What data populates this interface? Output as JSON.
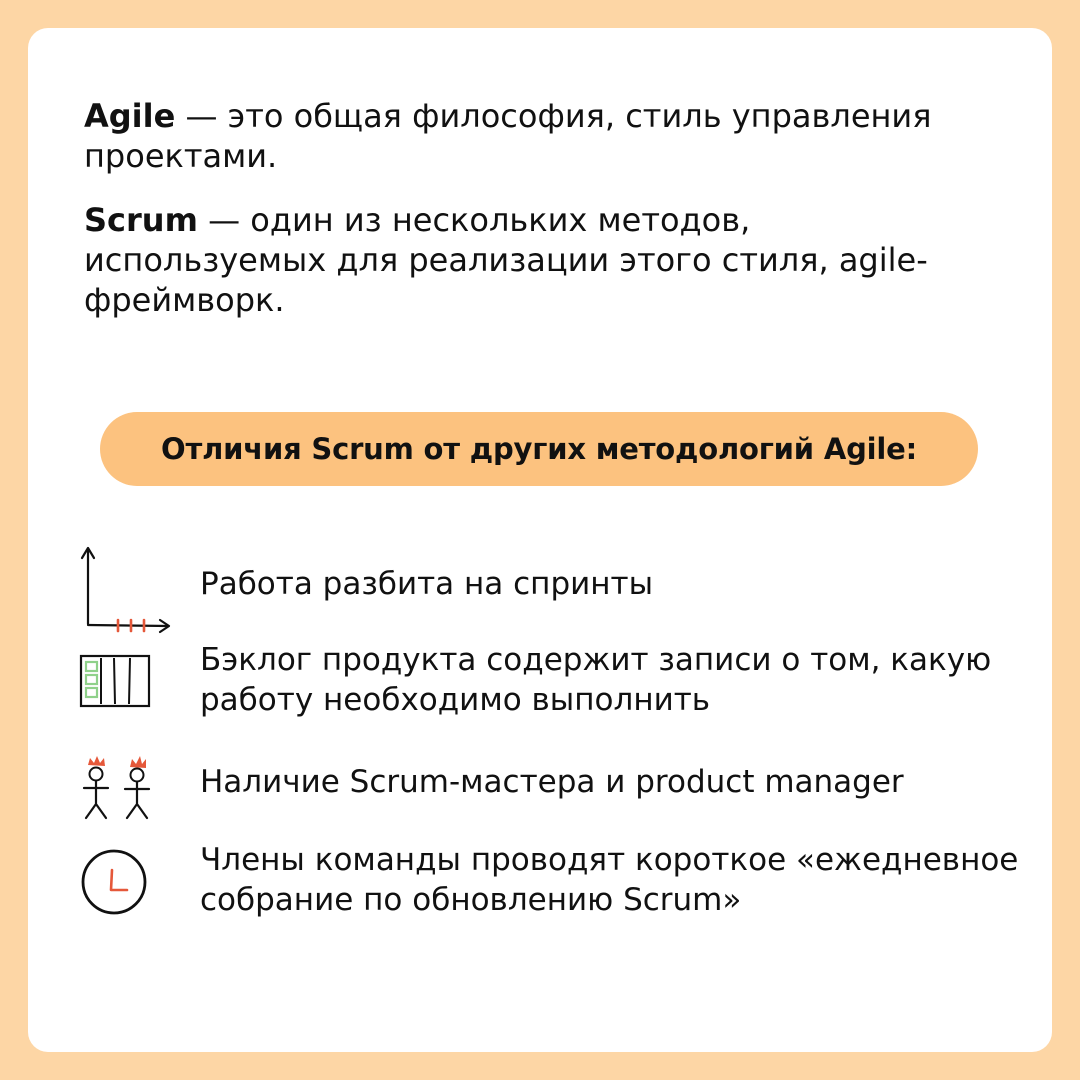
{
  "intro": {
    "agile_term": "Agile",
    "agile_text": " — это общая философия, стиль управления проектами.",
    "scrum_term": "Scrum",
    "scrum_text": " — один из нескольких методов, используемых для реализации этого стиля, agile-фреймворк."
  },
  "differences": {
    "heading": "Отличия Scrum от других методологий Agile:",
    "items": [
      {
        "icon": "sprint-timeline-icon",
        "text": "Работа разбита на спринты"
      },
      {
        "icon": "backlog-board-icon",
        "text": "Бэклог продукта содержит записи о том, какую работу необходимо выполнить"
      },
      {
        "icon": "team-roles-icon",
        "text": "Наличие Scrum-мастера и  product manager"
      },
      {
        "icon": "clock-icon",
        "text": "Члены команды проводят короткое «ежедневное собрание по обновлению Scrum»"
      }
    ]
  },
  "colors": {
    "background": "#fdd6a5",
    "card": "#ffffff",
    "pill": "#fcc27f",
    "accent_red": "#e5583a",
    "accent_green": "#8fd18a",
    "text": "#111111"
  }
}
